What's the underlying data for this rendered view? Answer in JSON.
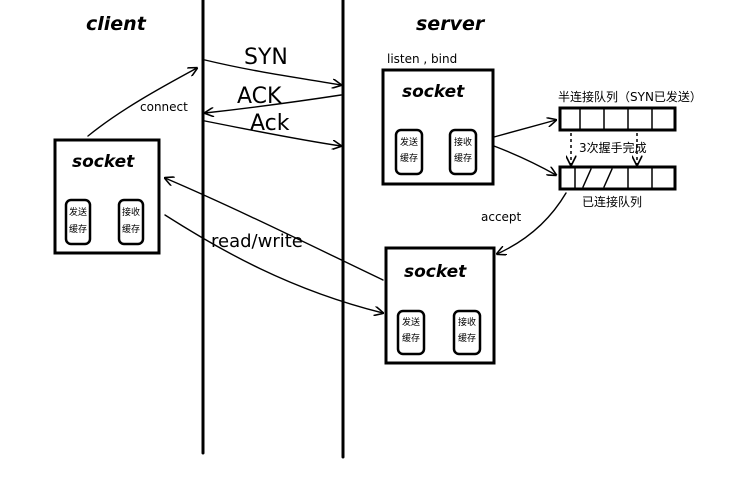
{
  "labels": {
    "client": "client",
    "server": "server",
    "listen_bind": "listen , bind",
    "connect": "connect",
    "accept": "accept",
    "syn": "SYN",
    "ack1": "ACK",
    "ack2": "Ack",
    "read_write": "read/write",
    "half_queue": "半连接队列（SYN已发送）",
    "handshake": "3次握手完成",
    "full_queue": "已连接队列"
  },
  "sockets": {
    "client": {
      "title": "socket",
      "send_buf": [
        "发送",
        "缓存"
      ],
      "recv_buf": [
        "接收",
        "缓存"
      ]
    },
    "server_listen": {
      "title": "socket",
      "send_buf": [
        "发送",
        "缓存"
      ],
      "recv_buf": [
        "接收",
        "缓存"
      ]
    },
    "server_accepted": {
      "title": "socket",
      "send_buf": [
        "发送",
        "缓存"
      ],
      "recv_buf": [
        "接收",
        "缓存"
      ]
    }
  }
}
